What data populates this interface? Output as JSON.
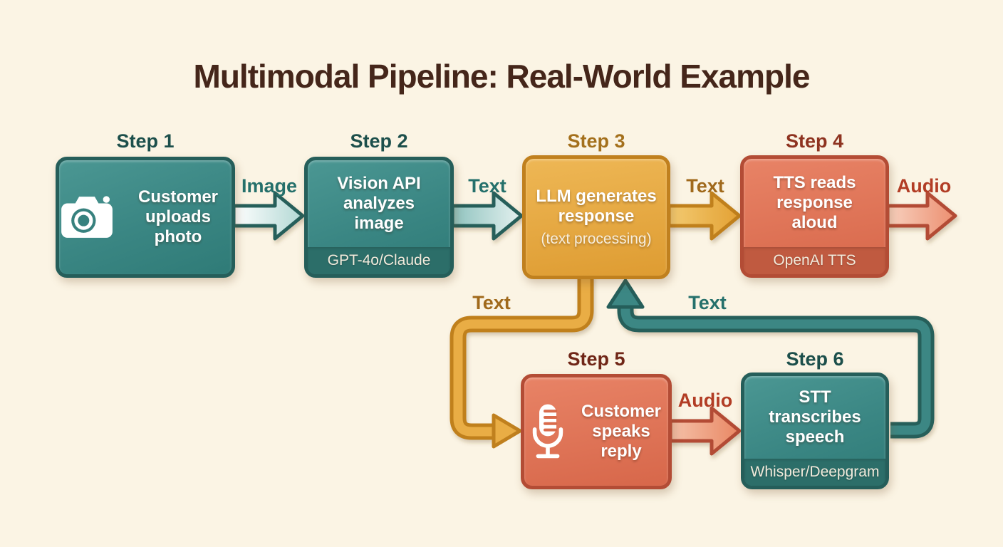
{
  "title": {
    "text": "Multimodal Pipeline: Real-World Example"
  },
  "steps": [
    {
      "label": "Step 1",
      "text": "Customer uploads photo",
      "icon": "camera"
    },
    {
      "label": "Step 2",
      "text": "Vision API analyzes image",
      "sub": "GPT-4o/Claude"
    },
    {
      "label": "Step 3",
      "text": "LLM generates response",
      "note": "(text processing)"
    },
    {
      "label": "Step 4",
      "text": "TTS reads response aloud",
      "sub": "OpenAI TTS"
    },
    {
      "label": "Step 5",
      "text": "Customer speaks reply",
      "icon": "microphone"
    },
    {
      "label": "Step 6",
      "text": "STT transcribes speech",
      "sub": "Whisper/Deepgram"
    }
  ],
  "flows": [
    {
      "label": "Image",
      "from": "Step 1",
      "to": "Step 2"
    },
    {
      "label": "Text",
      "from": "Step 2",
      "to": "Step 3"
    },
    {
      "label": "Text",
      "from": "Step 3",
      "to": "Step 4"
    },
    {
      "label": "Audio",
      "from": "Step 4",
      "to": "output"
    },
    {
      "label": "Text",
      "from": "Step 3",
      "to": "Step 5"
    },
    {
      "label": "Audio",
      "from": "Step 5",
      "to": "Step 6"
    },
    {
      "label": "Text",
      "from": "Step 6",
      "to": "Step 3"
    }
  ],
  "palette": {
    "background": "#fbf4e4",
    "title_text": "#45261a",
    "teal_fill": "#3a8683",
    "teal_border": "#255e5a",
    "orange_fill": "#e6a83f",
    "orange_border": "#c0801e",
    "coral_fill": "#e07457",
    "coral_border": "#b34c35",
    "strip_teal": "#2c6e69",
    "strip_coral": "#c05a40"
  }
}
